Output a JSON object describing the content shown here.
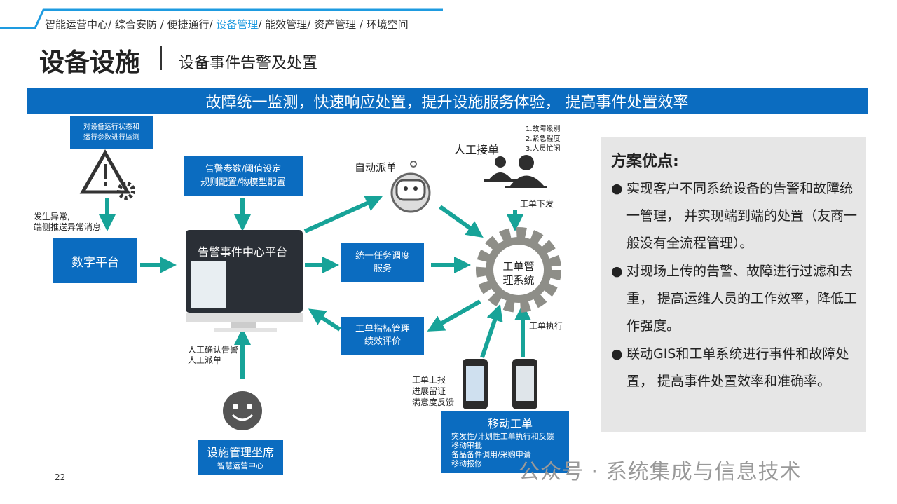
{
  "breadcrumb": {
    "items": [
      "智能运营中心/",
      "综合安防 /",
      "便捷通行/",
      "设备管理",
      "/ 能效管理/",
      "资产管理 /",
      "环境空间"
    ]
  },
  "header": {
    "title": "设备设施",
    "subtitle": "设备事件告警及处置"
  },
  "banner": "故障统一监测，快速响应处置，提升设施服务体验，  提高事件处置效率",
  "diagram": {
    "monitor_box": [
      "对设备运行状态和",
      "运行参数进行监测"
    ],
    "anomaly_label": [
      "发生异常,",
      "端侧推送异常消息"
    ],
    "digital_platform": "数字平台",
    "alarm_config": [
      "告警参数/阈值设定",
      "规则配置/物模型配置"
    ],
    "alarm_center": "告警事件中心平台",
    "auto_dispatch": "自动派单",
    "manual_accept": "人工接单",
    "criteria": [
      "1.故障级别",
      "2.紧急程度",
      "3.人员忙闲"
    ],
    "order_issue": "工单下发",
    "task_dispatch": [
      "统一任务调度",
      "服务"
    ],
    "order_system": [
      "工单管",
      "理系统"
    ],
    "order_metrics": [
      "工单指标管理",
      "绩效评价"
    ],
    "order_execute": "工单执行",
    "manual_confirm": [
      "人工确认告警",
      "人工派单"
    ],
    "report_label": [
      "工单上报",
      "进展留证",
      "满意度反馈"
    ],
    "seat_title": "设施管理坐席",
    "seat_sub": "智慧运营中心",
    "mobile_title": "移动工单",
    "mobile_items": [
      "突发性/计划性工单执行和反馈",
      "移动审批",
      "备品备件调用/采购申请",
      "移动报修"
    ]
  },
  "panel": {
    "title": "方案优点:",
    "points": [
      "实现客户不同系统设备的告警和故障统一管理， 并实现端到端的处置（友商一般没有全流程管理）。",
      "对现场上传的告警、故障进行过滤和去重， 提高运维人员的工作效率，降低工作强度。",
      "联动GIS和工单系统进行事件和故障处置， 提高事件处置效率和准确率。"
    ]
  },
  "page_number": "22",
  "watermark": "公众号 · 系统集成与信息技术",
  "colors": {
    "blue": "#0b6cc0",
    "teal": "#17a398",
    "accent": "#1e9be0"
  }
}
